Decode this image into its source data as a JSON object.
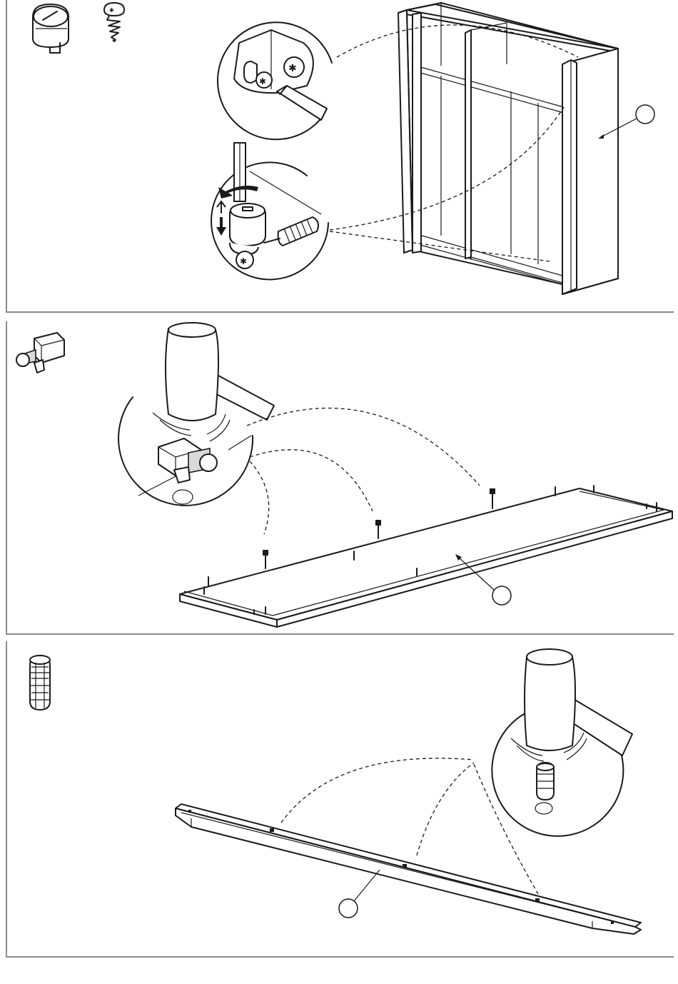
{
  "document": {
    "type": "assembly-instructions",
    "panels": [
      {
        "id": "panel-1",
        "hardware_icons": [
          "cam-lock-icon",
          "screw-icon"
        ],
        "illustration": "cabinet-frame-with-cam-lock-detail",
        "callout_circles": 1,
        "instruction_arrows": [
          "rotate-arrow",
          "up-down-arrow"
        ]
      },
      {
        "id": "panel-2",
        "hardware_icons": [
          "cam-connector-icon"
        ],
        "illustration": "long-panel-with-connectors",
        "callout_circles": 1,
        "tool": "hammer-icon"
      },
      {
        "id": "panel-3",
        "hardware_icons": [
          "dowel-icon"
        ],
        "illustration": "long-rail-with-dowels",
        "callout_circles": 1,
        "tool": "hammer-icon"
      }
    ]
  },
  "colors": {
    "line": "#1a1a1a",
    "frame": "#8a8a8a",
    "background": "#ffffff",
    "hardware_fill": "#d9d9d9"
  }
}
